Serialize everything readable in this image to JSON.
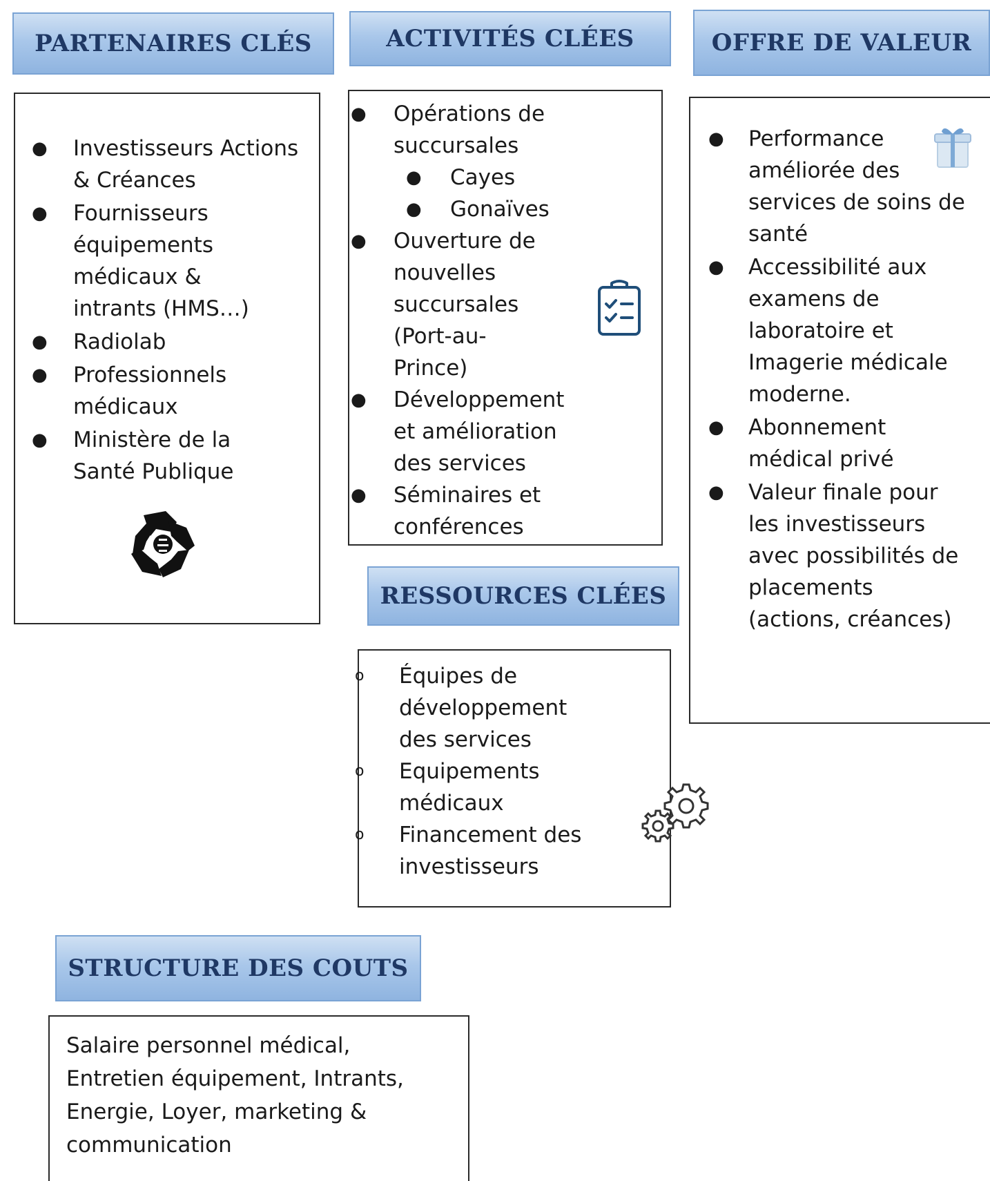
{
  "sections": {
    "partenaires": {
      "title": "PARTENAIRES CLÉS",
      "items": [
        "Investisseurs Actions & Créances",
        "Fournisseurs équipements médicaux & intrants (HMS…)",
        "Radiolab",
        "Professionnels médicaux",
        "Ministère de la Santé Publique"
      ]
    },
    "activites": {
      "title": "ACTIVITÉS CLÉES",
      "items": [
        "Opérations de succursales",
        "Cayes",
        "Gonaïves",
        "Ouverture de nouvelles succursales (Port-au-Prince)",
        "Développement et amélioration des services",
        "Séminaires et conférences"
      ]
    },
    "offre": {
      "title": "OFFRE DE VALEUR",
      "items": [
        "Performance améliorée des services de soins de santé",
        "Accessibilité aux examens de laboratoire et Imagerie médicale moderne.",
        "Abonnement médical privé",
        "Valeur finale pour les investisseurs avec possibilités de placements (actions, créances)"
      ]
    },
    "ressources": {
      "title": "RESSOURCES CLÉES",
      "items": [
        "Équipes de développement des services",
        "Equipements médicaux",
        "Financement des investisseurs"
      ]
    },
    "couts": {
      "title": "STRUCTURE DES COUTS",
      "text": "Salaire personnel médical, Entretien équipement, Intrants, Energie, Loyer, marketing & communication"
    }
  },
  "icons": {
    "partenaires": "handshake-icon",
    "activites": "clipboard-checklist-icon",
    "offre": "gift-icon",
    "ressources": "gears-icon"
  },
  "colors": {
    "banner_fill": "#a9c7ea",
    "banner_text": "#1f3864",
    "box_border": "#2a2a2a",
    "clipboard_icon": "#1f4e79"
  }
}
